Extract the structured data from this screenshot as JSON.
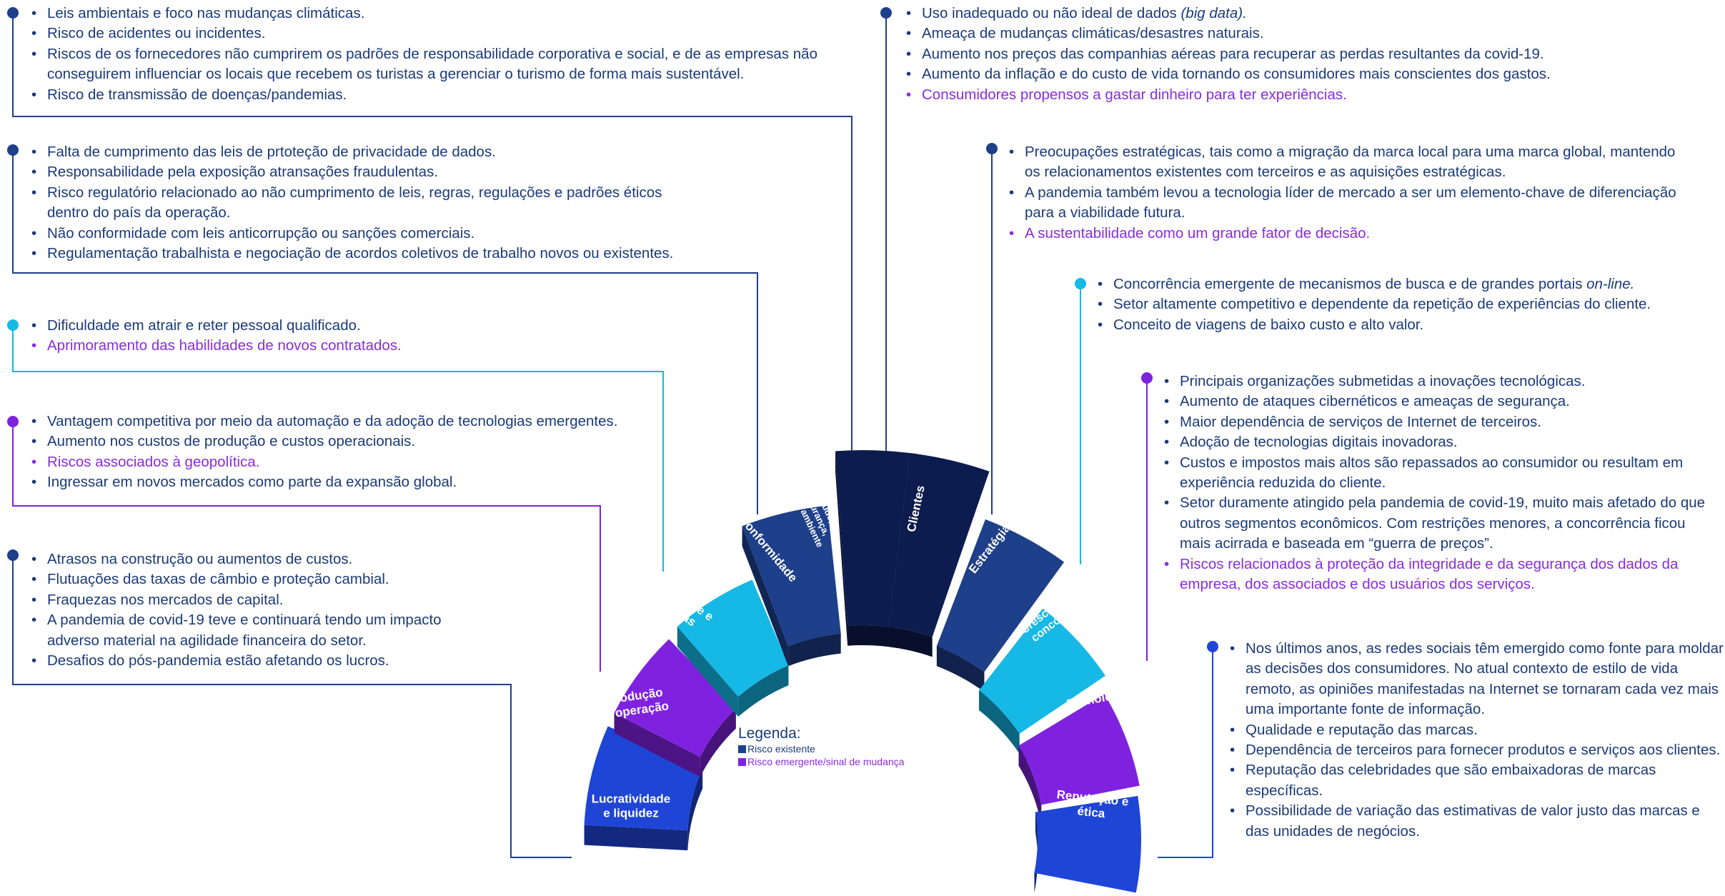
{
  "colors": {
    "existing_text": "#1b3a7a",
    "emerging_text": "#8a2be2",
    "navy": "#1e3f8a",
    "cyan": "#16b8e6",
    "purple": "#7f22e0",
    "royal": "#1f45d6",
    "darknavy": "#0d1c4e"
  },
  "segments": [
    {
      "id": "lucratividade",
      "label": "Lucratividade e liquidez"
    },
    {
      "id": "producao",
      "label": "Produção e operação"
    },
    {
      "id": "sociedade",
      "label": "Sociedade e pessoas"
    },
    {
      "id": "conformidade",
      "label": "Conformidade"
    },
    {
      "id": "saude",
      "label": "Saúde, segurança, meio ambiente"
    },
    {
      "id": "clientes",
      "label": "Clientes"
    },
    {
      "id": "estrategia",
      "label": "Estratégia"
    },
    {
      "id": "crescimento",
      "label": "Crescimento e concorrência"
    },
    {
      "id": "tecnologia",
      "label": "Tecnologia"
    },
    {
      "id": "reputacao",
      "label": "Reputação e ética"
    }
  ],
  "legend": {
    "title": "Legenda:",
    "existing": "Risco existente",
    "emerging": "Risco emergente/sinal de mudança"
  },
  "groups": {
    "saude": [
      {
        "text": "Leis ambientais e foco nas mudanças climáticas."
      },
      {
        "text": "Risco de acidentes ou incidentes."
      },
      {
        "text": "Riscos de os fornecedores não cumprirem os padrões de responsabilidade corporativa e social, e de as empresas não conseguirem influenciar os locais que recebem os turistas a gerenciar o turismo de forma mais sustentável."
      },
      {
        "text": "Risco de transmissão de doenças/pandemias."
      }
    ],
    "conformidade": [
      {
        "text": "Falta de cumprimento das leis de prtoteção de privacidade de dados."
      },
      {
        "text": "Responsabilidade pela exposição atransações fraudulentas."
      },
      {
        "text": "Risco regulatório relacionado ao não cumprimento de leis, regras, regulações e padrões éticos dentro do país da operação."
      },
      {
        "text": "Não conformidade com leis anticorrupção ou sanções comerciais."
      },
      {
        "text": "Regulamentação trabalhista e negociação de acordos coletivos de trabalho novos ou existentes."
      }
    ],
    "sociedade": [
      {
        "text": "Dificuldade em atrair e reter pessoal qualificado."
      },
      {
        "text": "Aprimoramento das habilidades de novos contratados.",
        "emerging": true
      }
    ],
    "producao": [
      {
        "text": "Vantagem competitiva por meio da automação e da adoção de tecnologias emergentes."
      },
      {
        "text": "Aumento nos custos de produção e custos operacionais."
      },
      {
        "text": "Riscos associados à geopolítica.",
        "emerging": true
      },
      {
        "text": "Ingressar em novos mercados como parte da expansão global."
      }
    ],
    "lucratividade": [
      {
        "text": "Atrasos na construção ou aumentos de custos."
      },
      {
        "text": "Flutuações das taxas de câmbio e proteção cambial."
      },
      {
        "text": "Fraquezas nos mercados de capital."
      },
      {
        "text": "A pandemia de covid-19 teve e continuará tendo um impacto adverso material na agilidade financeira do setor."
      },
      {
        "text": "Desafios do pós-pandemia estão afetando os lucros."
      }
    ],
    "clientes": [
      {
        "text": "Uso inadequado ou não ideal de dados ",
        "em": "(big data)."
      },
      {
        "text": "Ameaça de mudanças climáticas/desastres naturais."
      },
      {
        "text": "Aumento nos preços das companhias aéreas para recuperar as perdas resultantes da covid-19."
      },
      {
        "text": "Aumento da inflação e do custo de vida tornando os consumidores mais conscientes dos gastos."
      },
      {
        "text": "Consumidores propensos a gastar dinheiro para ter experiências.",
        "emerging": true
      }
    ],
    "estrategia": [
      {
        "text": "Preocupações estratégicas, tais como a migração da marca local para uma marca global, mantendo os relacionamentos existentes com terceiros e as aquisições estratégicas."
      },
      {
        "text": "A pandemia também levou a tecnologia líder de mercado a ser um elemento-chave de diferenciação para a viabilidade futura."
      },
      {
        "text": "A sustentabilidade como um grande fator de decisão.",
        "emerging": true
      }
    ],
    "crescimento": [
      {
        "text": "Concorrência emergente de mecanismos de busca e de grandes portais ",
        "em": "on-line."
      },
      {
        "text": "Setor altamente competitivo e dependente da repetição de experiências do cliente."
      },
      {
        "text": "Conceito de viagens de baixo custo e alto valor."
      }
    ],
    "tecnologia": [
      {
        "text": "Principais organizações submetidas a inovações tecnológicas."
      },
      {
        "text": "Aumento de ataques cibernéticos e ameaças de segurança."
      },
      {
        "text": "Maior dependência de serviços de Internet de terceiros."
      },
      {
        "text": "Adoção de tecnologias digitais inovadoras."
      },
      {
        "text": "Custos e impostos mais altos são repassados ao consumidor ou resultam em experiência reduzida do cliente."
      },
      {
        "text": "Setor duramente atingido pela pandemia de covid-19, muito mais afetado do que outros segmentos econômicos. Com restrições menores, a concorrência ficou mais acirrada e baseada em “guerra de preços”."
      },
      {
        "text": "Riscos relacionados à proteção da integridade e da segurança dos dados da empresa, dos associados e dos usuários dos serviços.",
        "emerging": true
      }
    ],
    "reputacao": [
      {
        "text": "Nos últimos anos, as redes sociais têm emergido como fonte para moldar as decisões dos consumidores. No atual contexto de estilo de vida remoto, as opiniões manifestadas na Internet se tornaram cada vez mais uma importante fonte de informação."
      },
      {
        "text": "Qualidade e reputação das marcas."
      },
      {
        "text": "Dependência de terceiros para fornecer produtos e serviços aos clientes."
      },
      {
        "text": "Reputação das celebridades que são embaixadoras de marcas específicas."
      },
      {
        "text": "Possibilidade de variação das estimativas de valor justo das marcas e das unidades de negócios."
      }
    ]
  }
}
